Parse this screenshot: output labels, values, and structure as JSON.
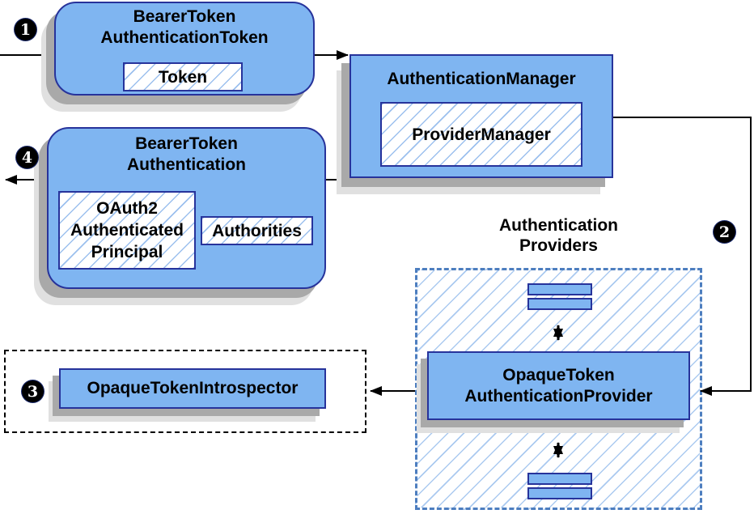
{
  "steps": {
    "step1": "1",
    "step2": "2",
    "step3": "3",
    "step4": "4"
  },
  "nodes": {
    "bearer_token_authentication_token": {
      "title_line1": "BearerToken",
      "title_line2": "AuthenticationToken",
      "token_label": "Token"
    },
    "authentication_manager": {
      "title": "AuthenticationManager",
      "provider_manager_label": "ProviderManager"
    },
    "bearer_token_authentication": {
      "title_line1": "BearerToken",
      "title_line2": "Authentication",
      "principal_line1": "OAuth2",
      "principal_line2": "Authenticated",
      "principal_line3": "Principal",
      "authorities_label": "Authorities"
    },
    "authentication_providers": {
      "label_line1": "Authentication",
      "label_line2": "Providers"
    },
    "opaque_token_authentication_provider": {
      "title_line1": "OpaqueToken",
      "title_line2": "AuthenticationProvider"
    },
    "opaque_token_introspector": {
      "label": "OpaqueTokenIntrospector"
    }
  },
  "colors": {
    "node_fill": "#7fb5f1",
    "node_border": "#27339b",
    "hatch_line": "#9cc0ee",
    "providers_hatch": "#abcaf0",
    "providers_border": "#4d7ebf",
    "dotted_border": "#000000",
    "wire": "#000000",
    "shadow_dark": "#a9a9a9",
    "shadow_light": "#e0e0e0",
    "step_bg": "#000000",
    "step_fg": "#ffffff"
  }
}
